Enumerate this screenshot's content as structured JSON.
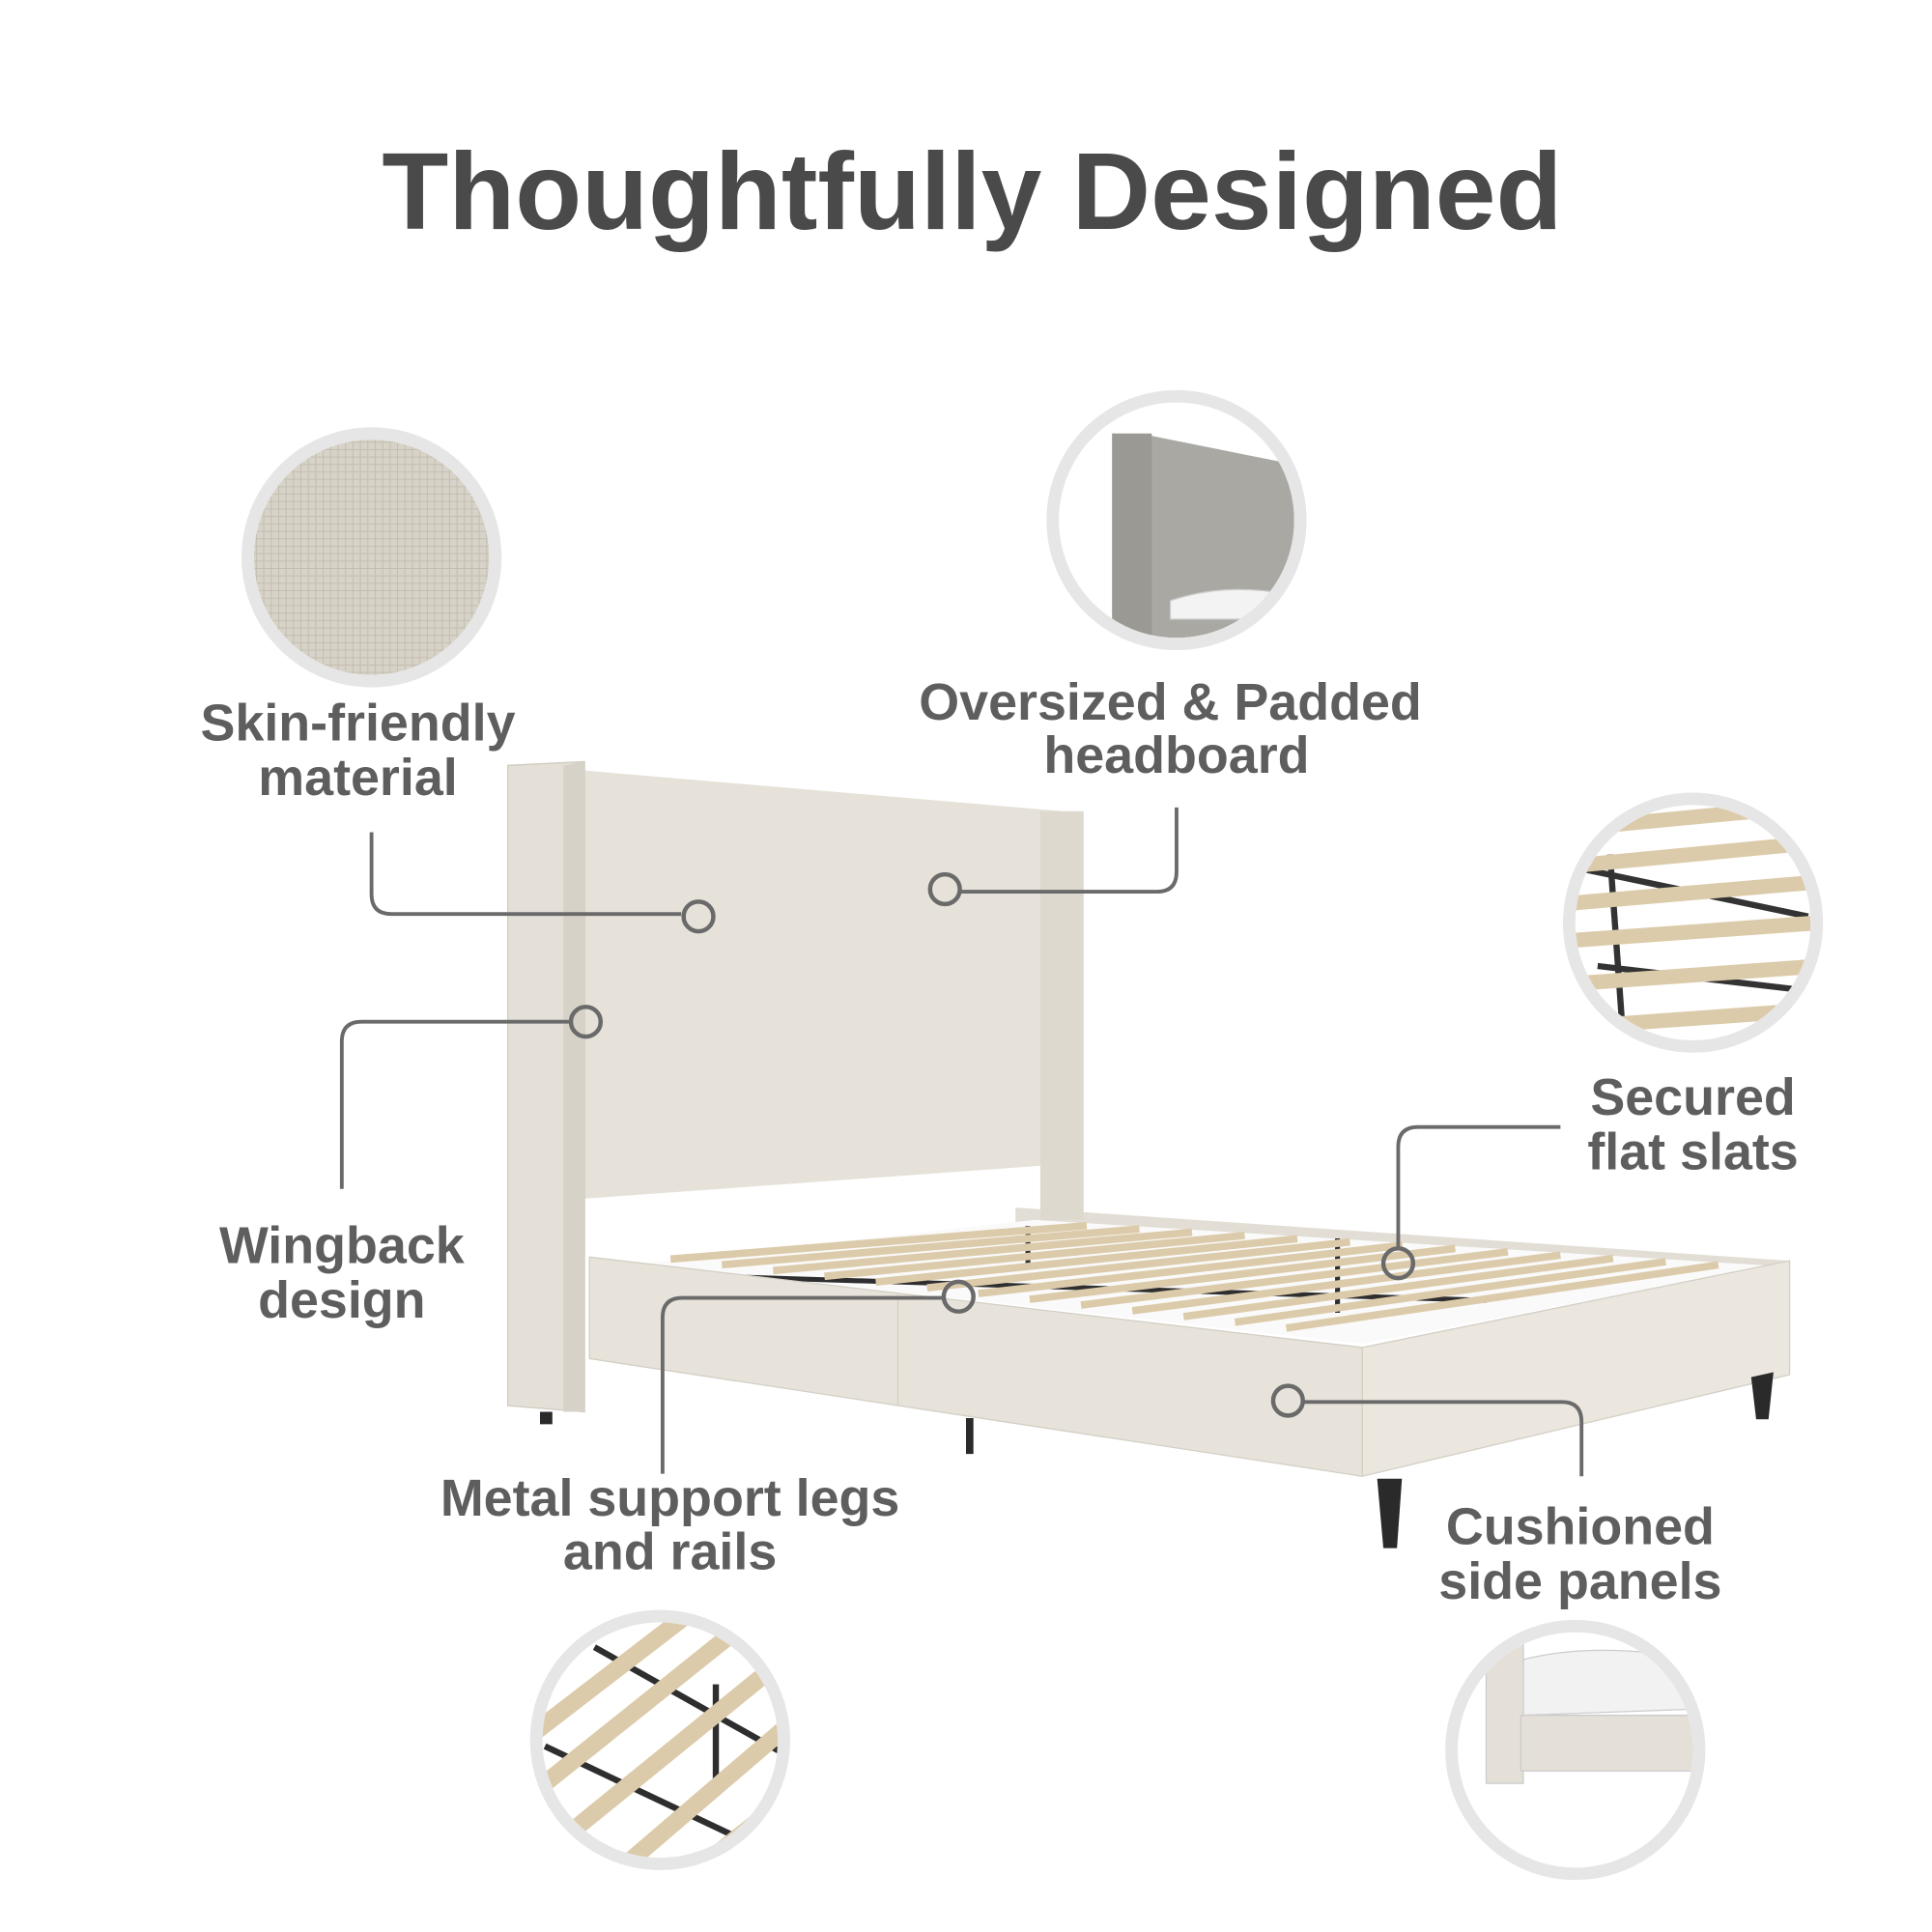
{
  "title": "Thoughtfully Designed",
  "features": {
    "material": {
      "line1": "Skin-friendly",
      "line2": "material"
    },
    "headboard": {
      "line1": "Oversized & Padded",
      "line2": "headboard"
    },
    "slats": {
      "line1": "Secured",
      "line2": "flat slats"
    },
    "wingback": {
      "line1": "Wingback",
      "line2": "design"
    },
    "metal": {
      "line1": "Metal support legs",
      "line2": "and rails"
    },
    "panels": {
      "line1": "Cushioned",
      "line2": "side panels"
    }
  },
  "colors": {
    "text": "#5e5e5e",
    "fabric": "#e4e0d7",
    "slat": "#dccbaa",
    "metal": "#2e2e2e"
  }
}
